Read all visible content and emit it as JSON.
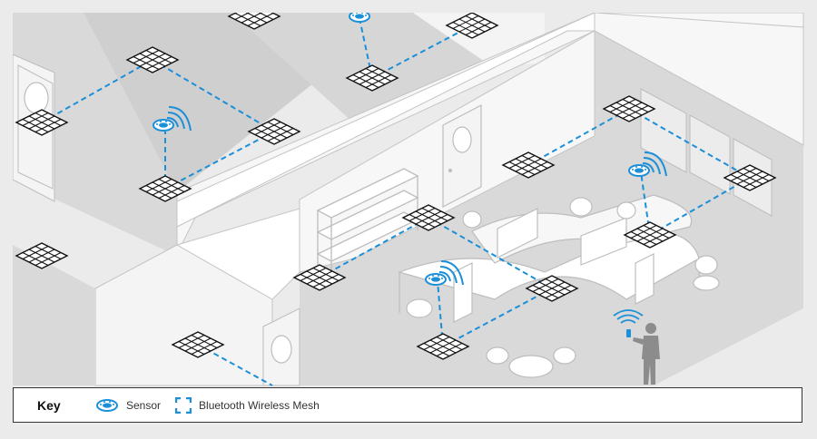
{
  "key": {
    "title": "Key",
    "items": [
      {
        "id": "sensor",
        "label": "Sensor",
        "icon": "sensor-icon"
      },
      {
        "id": "mesh",
        "label": "Bluetooth Wireless Mesh",
        "icon": "mesh-bracket-icon"
      }
    ]
  },
  "colors": {
    "accent": "#1b8fd8",
    "background": "#ebebeb",
    "floor": "#d9d9d9",
    "wall": "#f7f7f7",
    "line": "#bdbdbd",
    "person": "#8c8c8c"
  }
}
